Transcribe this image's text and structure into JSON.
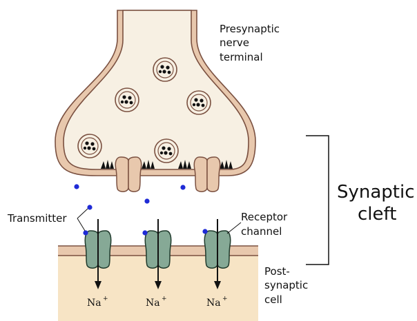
{
  "labels": {
    "presynaptic": [
      "Presynaptic",
      "nerve",
      "terminal"
    ],
    "synaptic_cleft": [
      "Synaptic",
      "cleft"
    ],
    "transmitter": "Transmitter",
    "receptor_channel": [
      "Receptor",
      "channel"
    ],
    "postsynaptic": [
      "Post-",
      "synaptic",
      "cell"
    ],
    "ion": "Na",
    "ion_charge": "+"
  },
  "colors": {
    "membrane_fill": "#f7f0e3",
    "membrane_stroke": "#7a5040",
    "membrane_band": "#e8c8ad",
    "postsynaptic_fill": "#f7e4c5",
    "receptor_fill": "#86a996",
    "transmitter": "#1f2bd6",
    "vesicle_dot": "#111111",
    "text": "#111111"
  }
}
